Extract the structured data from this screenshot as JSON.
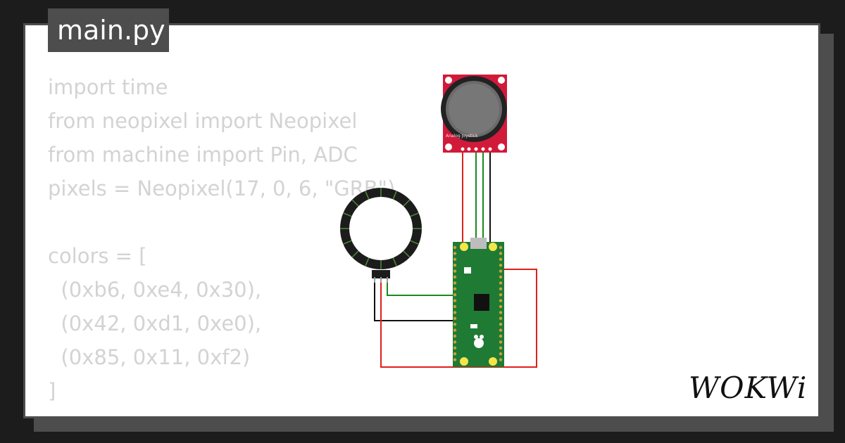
{
  "editor": {
    "file_tab": "main.py",
    "code_lines": [
      "import time",
      "from neopixel import Neopixel",
      "from machine import Pin, ADC",
      "pixels = Neopixel(17, 0, 6, \"GRB\")",
      "",
      "colors = [",
      "  (0xb6, 0xe4, 0x30),",
      "  (0x42, 0xd1, 0xe0),",
      "  (0x85, 0x11, 0xf2)",
      "]"
    ]
  },
  "diagram": {
    "components": [
      "neopixel-ring",
      "analog-joystick",
      "raspberry-pi-pico"
    ],
    "joystick_label": "Analog Joystick",
    "wire_colors": {
      "power": "#e0201a",
      "signal": "#1a8a1a",
      "ground": "#111111"
    },
    "board_color": "#1f7a34",
    "joystick_board_color": "#d11a3a"
  },
  "brand": {
    "name": "WOKWi"
  }
}
